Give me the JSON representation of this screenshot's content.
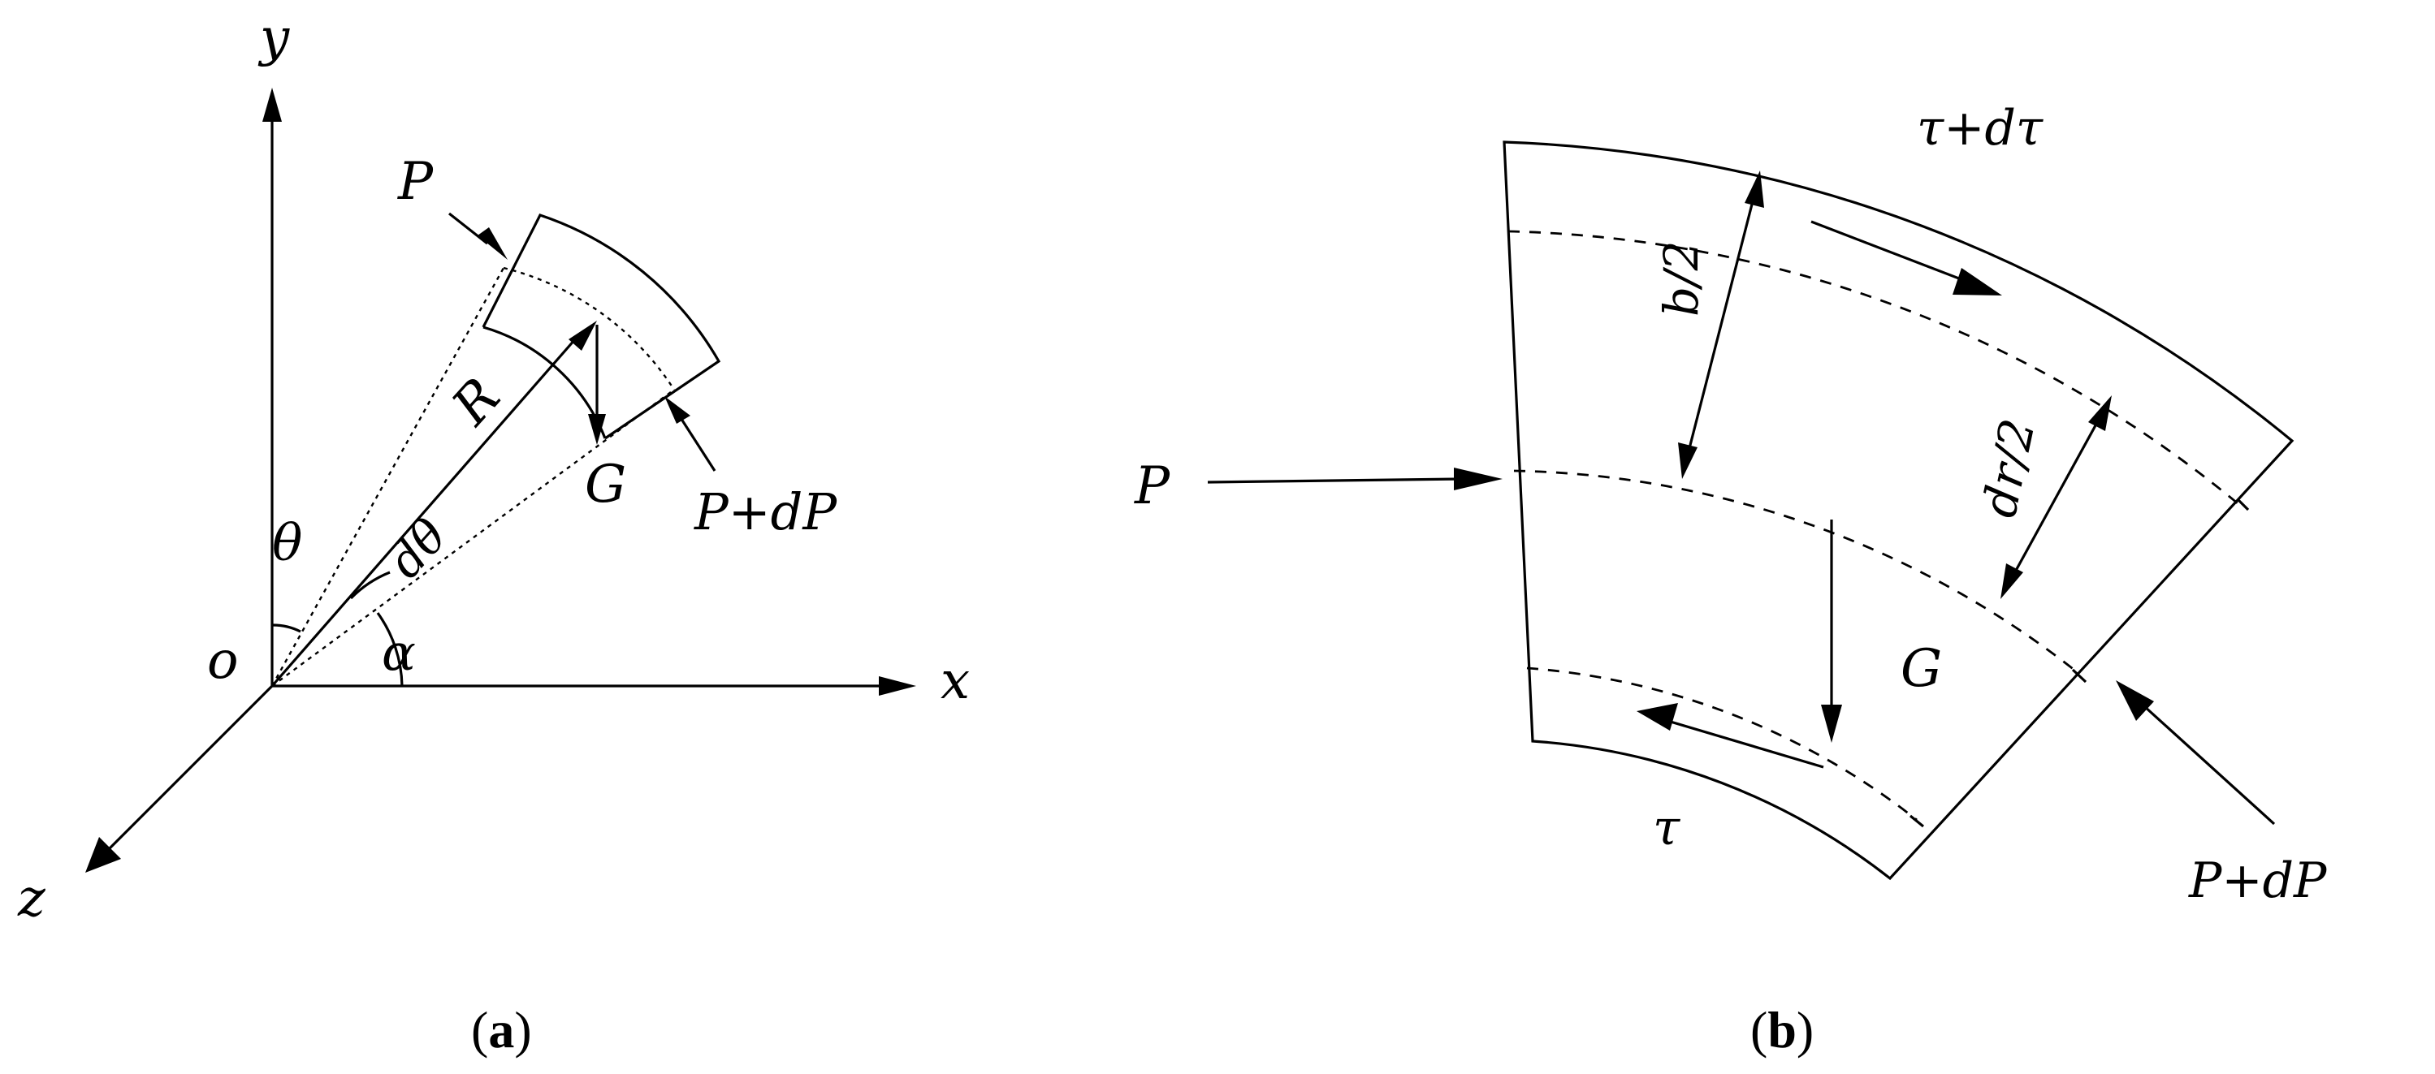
{
  "panel_a": {
    "caption_open": "(",
    "caption_letter": "a",
    "caption_close": ")",
    "axis_y": "y",
    "axis_x": "x",
    "axis_z": "z",
    "origin": "o",
    "force_p": "P",
    "force_p_dp": "P+dP",
    "radius": "R",
    "weight": "G",
    "angle_theta": "θ",
    "angle_dtheta": "dθ",
    "angle_alpha": "α"
  },
  "panel_b": {
    "caption_open": "(",
    "caption_letter": "b",
    "caption_close": ")",
    "force_p": "P",
    "force_p_dp": "P+dP",
    "half_width": "b/2",
    "half_dr": "dr/2",
    "weight": "G",
    "shear_inner": "τ",
    "shear_outer": "τ+dτ"
  }
}
